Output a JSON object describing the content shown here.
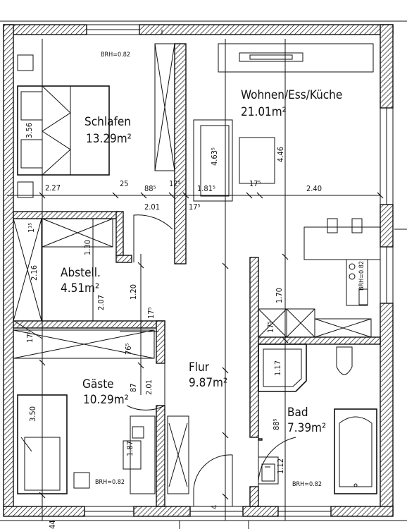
{
  "rooms": {
    "schlafen": {
      "name": "Schlafen",
      "area": "13.29m²"
    },
    "wohnen": {
      "name": "Wohnen/Ess/Küche",
      "area": "21.01m²"
    },
    "abstell": {
      "name": "Abstell.",
      "area": "4.51m²"
    },
    "gaeste": {
      "name": "Gäste",
      "area": "10.29m²"
    },
    "flur": {
      "name": "Flur",
      "area": "9.87m²"
    },
    "bad": {
      "name": "Bad",
      "area": "7.39m²"
    }
  },
  "brh": {
    "schlafen": "BRH=0.82",
    "gaeste": "BRH=0.82",
    "bad": "BRH=0.82",
    "kueche": "BRH=0.82"
  },
  "dimensions": {
    "d_227": "2.27",
    "d_25": "25",
    "d_885a": "88⁵",
    "d_125": "12⁵",
    "d_1815": "1.81⁵",
    "d_175a": "17⁵",
    "d_240": "2.40",
    "d_201a": "2.01",
    "d_175b": "17⁵",
    "d_356": "3.56",
    "d_4635": "4.63⁵",
    "d_446": "4.46",
    "d_115": "1¹⁵",
    "d_216": "2.16",
    "d_130": "1.30",
    "d_207": "2.07",
    "d_120": "1.20",
    "d_175c": "17⁵",
    "d_170": "1.70",
    "d_175d": "17⁵",
    "d_175e": "17⁵",
    "d_765": "76⁵",
    "d_87": "87",
    "d_201b": "2.01",
    "d_117": "1.17",
    "d_885b": "88⁵",
    "d_350": "3.50",
    "d_187": "1.87",
    "d_112": "1.12",
    "d_44": "44",
    "d_4": "4"
  }
}
